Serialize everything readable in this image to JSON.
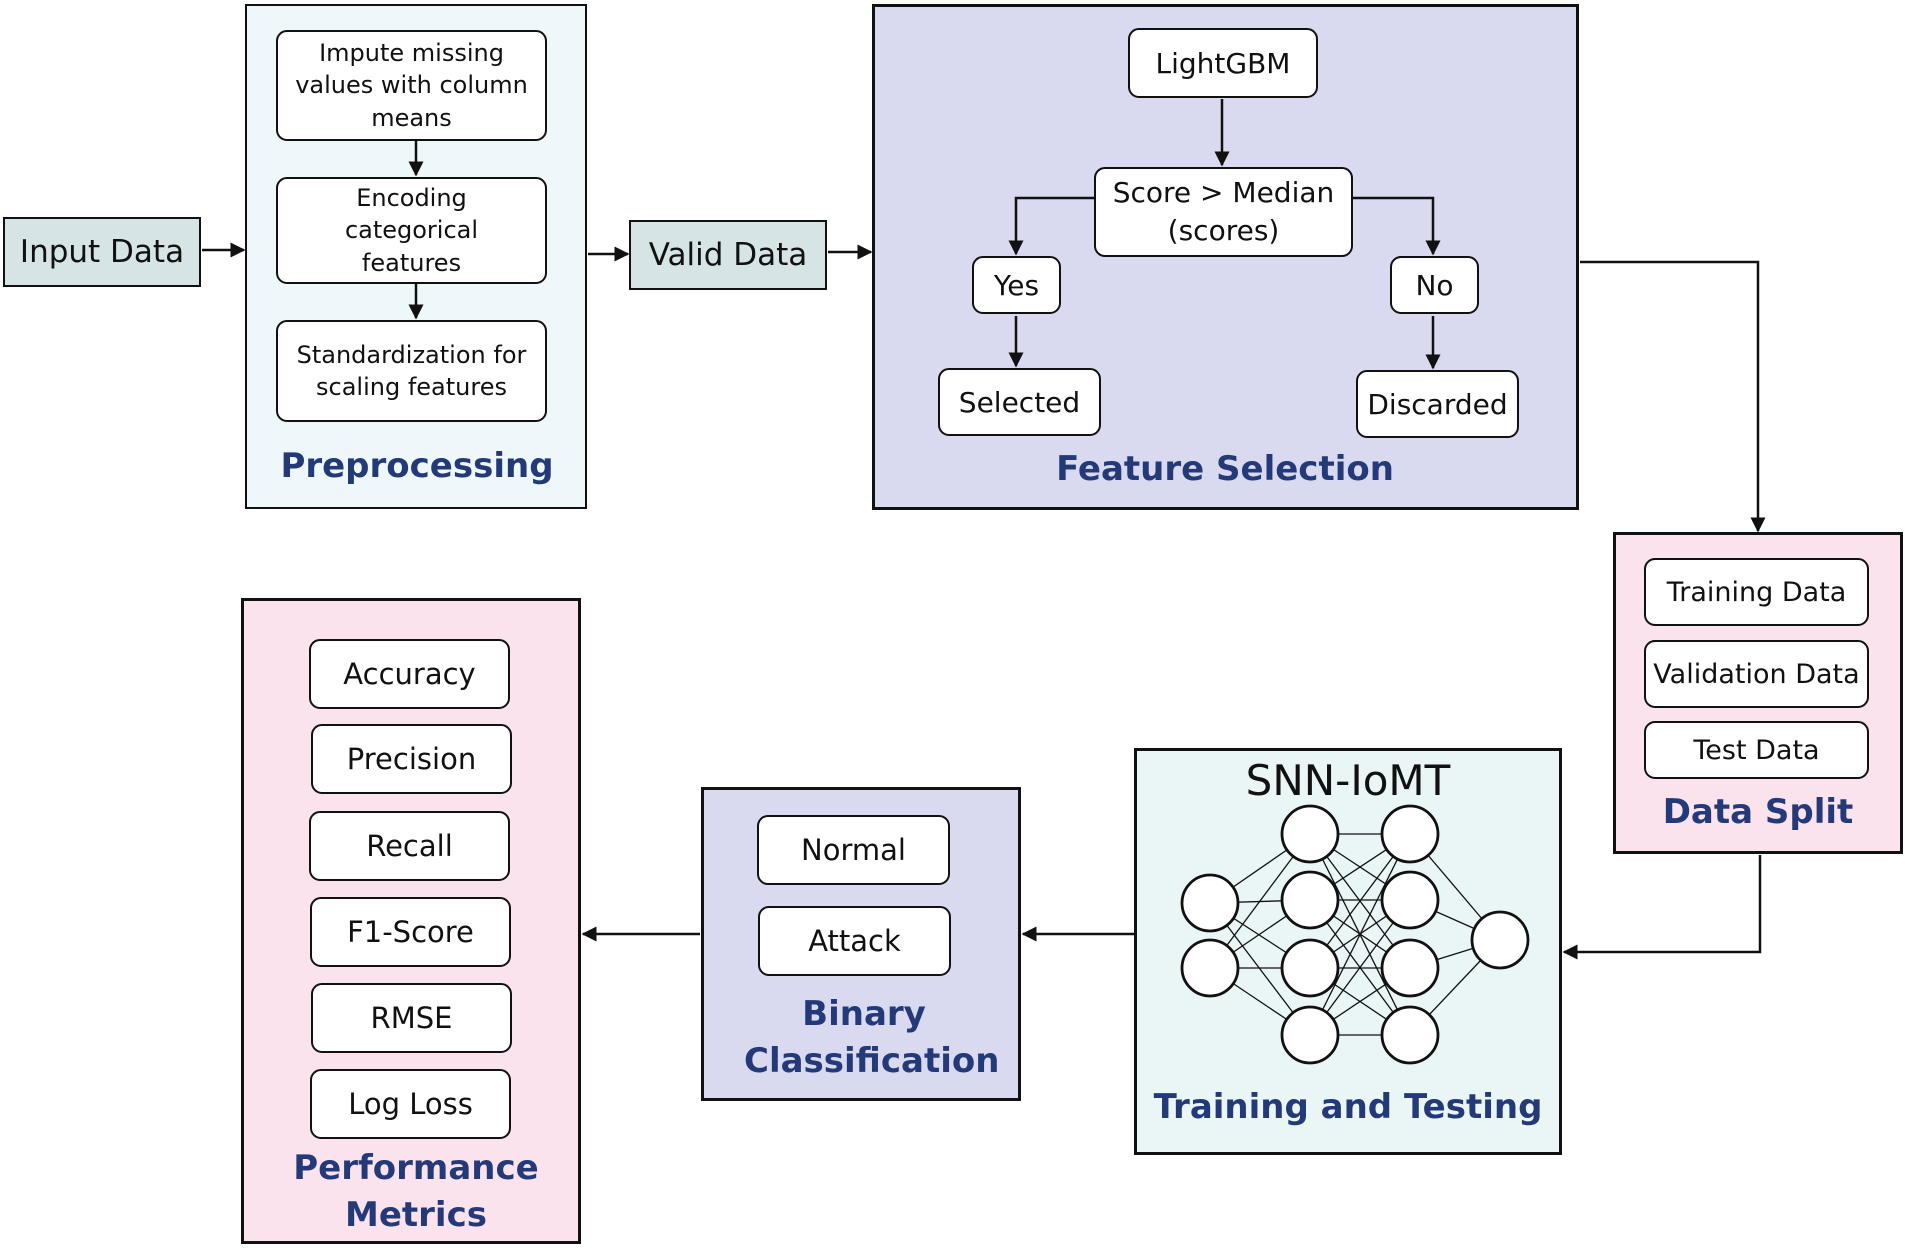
{
  "input": "Input Data",
  "valid": "Valid Data",
  "preprocessing": {
    "title": "Preprocessing",
    "steps": [
      "Impute missing values with  column means",
      "Encoding categorical features",
      "Standardization for scaling features"
    ]
  },
  "feature_selection": {
    "title": "Feature Selection",
    "model": "LightGBM",
    "condition": "Score > Median (scores)",
    "yes": "Yes",
    "no": "No",
    "selected": "Selected",
    "discarded": "Discarded"
  },
  "data_split": {
    "title": "Data Split",
    "items": [
      "Training Data",
      "Validation Data",
      "Test Data"
    ]
  },
  "training": {
    "title": "Training and Testing",
    "model": "SNN-IoMT"
  },
  "binary": {
    "title": "Binary Classification",
    "classes": [
      "Normal",
      "Attack"
    ]
  },
  "metrics": {
    "title": "Performance Metrics",
    "items": [
      "Accuracy",
      "Precision",
      "Recall",
      "F1-Score",
      "RMSE",
      "Log Loss"
    ]
  },
  "colors": {
    "preprocessing_bg": "#eef8fa",
    "feature_bg": "#d9d9ef",
    "split_bg": "#fbe3ee",
    "training_bg": "#eaf6f6",
    "binary_bg": "#d9d9ef",
    "metrics_bg": "#fbe3ee",
    "io_box": "#d6e4e6",
    "title": "#243a78"
  }
}
